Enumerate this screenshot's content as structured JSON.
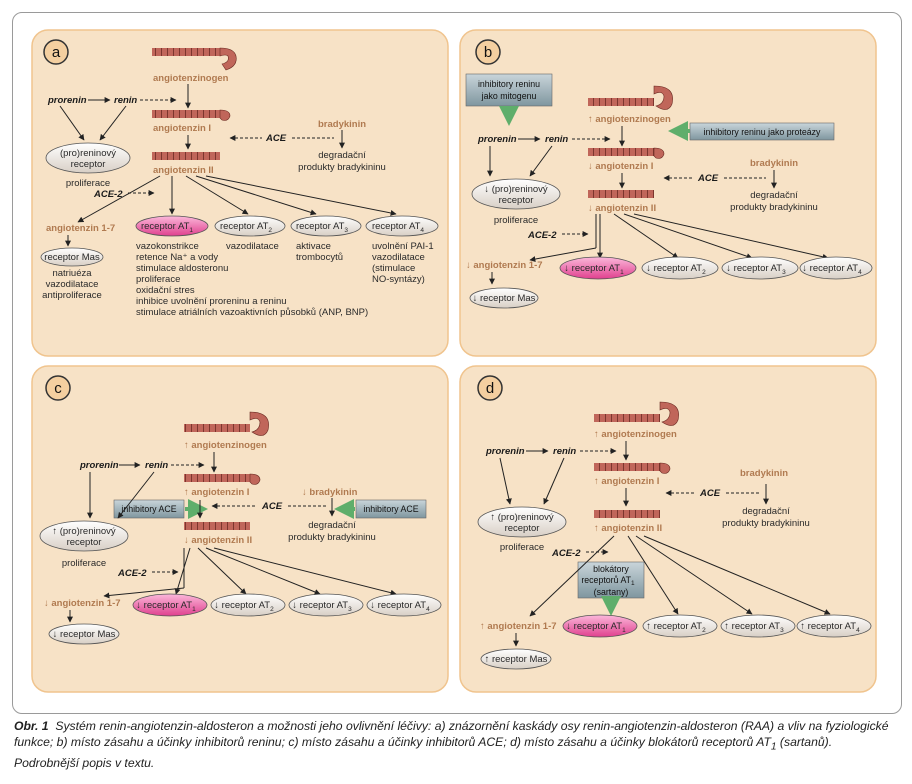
{
  "caption": {
    "label": "Obr. 1",
    "text": "Systém renin-angiotenzin-aldosteron a možnosti jeho ovlivnění léčivy: a) znázornění kaskády osy renin-angiotenzin-aldosteron (RAA) a vliv na fyziologické funkce; b) místo zásahu a účinky inhibitorů reninu; c) místo zásahu a účinky inhibitorů ACE; d) místo zásahu a účinky blokátorů receptorů AT",
    "sub": "1",
    "tail": " (sartanů). Podrobnější popis v textu."
  },
  "colors": {
    "panel_bg": "#f7e2c6",
    "panel_border": "#f0c48e",
    "chain": "#c0665a",
    "hot": "#e8509a",
    "ellipse": "#e7dfd6",
    "inhib": "#8fa6ae",
    "arrow_green": "#5fae6b",
    "brown": "#b07a50"
  },
  "panels": {
    "a": {
      "letter": "a",
      "angiotenzinogen": "angiotenzinogen",
      "prorenin": "prorenin",
      "renin": "renin",
      "angiotenzin_i": "angiotenzin I",
      "ace": "ACE",
      "bradykinin": "bradykinin",
      "prorenin_receptor_1": "(pro)reninový",
      "prorenin_receptor_2": "receptor",
      "proliferace": "proliferace",
      "degradacni_1": "degradační",
      "degradacni_2": "produkty bradykininu",
      "angiotenzin_ii": "angiotenzin II",
      "ace2": "ACE-2",
      "angiotenzin_17": "angiotenzin 1-7",
      "receptor_mas": "receptor Mas",
      "mas_effects": [
        "natriuéza",
        "vazodilatace",
        "antiproliferace"
      ],
      "receptor_at1": "receptor AT",
      "receptor_at2": "receptor AT",
      "receptor_at3": "receptor AT",
      "receptor_at4": "receptor AT",
      "at1_effects": [
        "vazokonstrikce",
        "retence Na⁺ a vody",
        "stimulace aldosteronu",
        "proliferace",
        "oxidační stres",
        "inhibice uvolnění proreninu a reninu",
        "stimulace atriálních vazoaktivních působků (ANP, BNP)"
      ],
      "at2_effects": [
        "vazodilatace"
      ],
      "at3_effects": [
        "aktivace",
        "trombocytů"
      ],
      "at4_effects": [
        "uvolnění PAI-1",
        "vazodilatace",
        "(stimulace",
        "NO-syntázy)"
      ]
    },
    "b": {
      "letter": "b",
      "inhib_top_1": "inhibitory reninu",
      "inhib_top_2": "jako mitogenu",
      "angiotenzinogen": "↑ angiotenzinogen",
      "inhib_side": "inhibitory reninu jako proteázy",
      "prorenin": "prorenin",
      "renin": "renin",
      "angiotenzin_i": "↓ angiotenzin I",
      "bradykinin": "bradykinin",
      "ace": "ACE",
      "prorenin_receptor_1": "↓ (pro)reninový",
      "prorenin_receptor_2": "receptor",
      "proliferace": "proliferace",
      "degradacni_1": "degradační",
      "degradacni_2": "produkty bradykininu",
      "angiotenzin_ii": "↓ angiotenzin II",
      "ace2": "ACE-2",
      "angiotenzin_17": "↓ angiotenzin 1-7",
      "receptor_mas": "↓ receptor Mas",
      "receptor_at1": "↓ receptor AT",
      "receptor_at2": "↓ receptor AT",
      "receptor_at3": "↓ receptor AT",
      "receptor_at4": "↓ receptor AT"
    },
    "c": {
      "letter": "c",
      "angiotenzinogen": "↑ angiotenzinogen",
      "prorenin": "prorenin",
      "renin": "renin",
      "angiotenzin_i": "↑ angiotenzin I",
      "bradykinin": "↓ bradykinin",
      "inhib_left": "inhibitory ACE",
      "inhib_right": "inhibitory ACE",
      "ace": "ACE",
      "prorenin_receptor_1": "↑ (pro)reninový",
      "prorenin_receptor_2": "receptor",
      "proliferace": "proliferace",
      "degradacni_1": "degradační",
      "degradacni_2": "produkty bradykininu",
      "angiotenzin_ii": "↓ angiotenzin II",
      "ace2": "ACE-2",
      "angiotenzin_17": "↓ angiotenzin 1-7",
      "receptor_mas": "↓ receptor Mas",
      "receptor_at1": "↓ receptor AT",
      "receptor_at2": "↓ receptor AT",
      "receptor_at3": "↓ receptor AT",
      "receptor_at4": "↓ receptor AT"
    },
    "d": {
      "letter": "d",
      "angiotenzinogen": "↑ angiotenzinogen",
      "prorenin": "prorenin",
      "renin": "renin",
      "angiotenzin_i": "↑ angiotenzin I",
      "bradykinin": "bradykinin",
      "ace": "ACE",
      "prorenin_receptor_1": "↑ (pro)reninový",
      "prorenin_receptor_2": "receptor",
      "proliferace": "proliferace",
      "degradacni_1": "degradační",
      "degradacni_2": "produkty bradykininu",
      "angiotenzin_ii": "↑ angiotenzin II",
      "ace2": "ACE-2",
      "blok_1": "blokátory",
      "blok_2": "receptorů AT",
      "blok_3": "(sartany)",
      "angiotenzin_17": "↑ angiotenzin 1-7",
      "receptor_mas": "↑ receptor Mas",
      "receptor_at1": "↓ receptor AT",
      "receptor_at2": "↑ receptor AT",
      "receptor_at3": "↑ receptor AT",
      "receptor_at4": "↑ receptor AT"
    }
  }
}
